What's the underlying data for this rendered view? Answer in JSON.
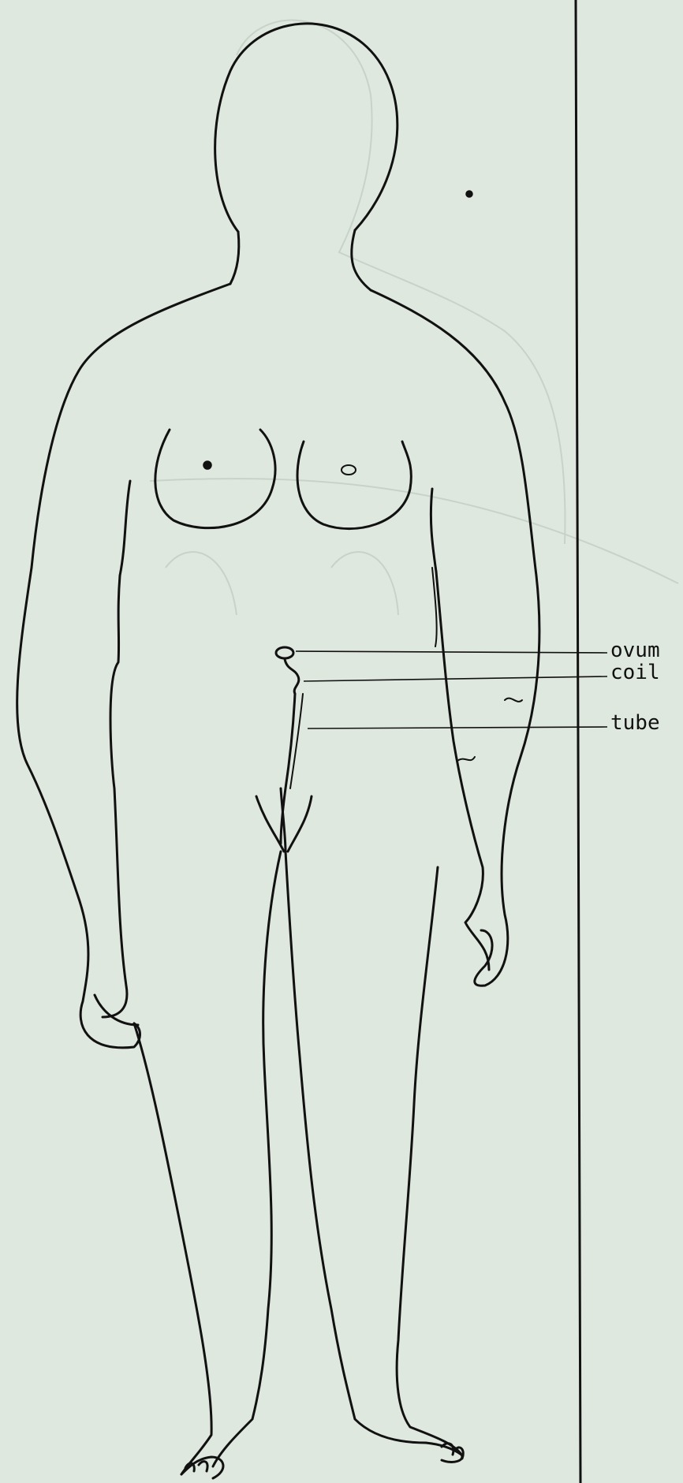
{
  "labels": {
    "ovum": "ovum",
    "coil": "coil",
    "tube": "tube"
  },
  "colors": {
    "paper": "#dfe8de",
    "ink": "#111111"
  }
}
